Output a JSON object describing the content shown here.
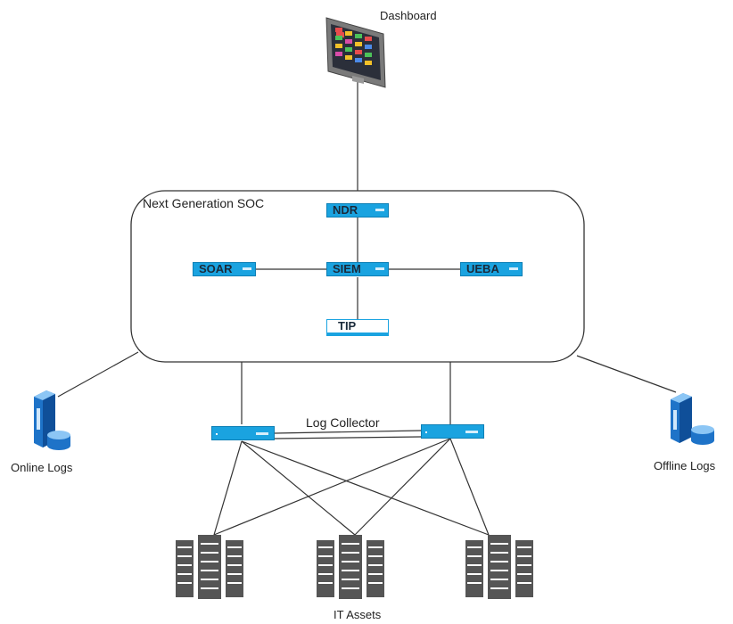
{
  "labels": {
    "dashboard": "Dashboard",
    "soc": "Next Generation SOC",
    "log_collector": "Log Collector",
    "online_logs": "Online Logs",
    "offline_logs": "Offline Logs",
    "it_assets": "IT Assets"
  },
  "soc_nodes": {
    "ndr": "NDR",
    "soar": "SOAR",
    "siem": "SIEM",
    "ueba": "UEBA",
    "tip": "TIP"
  },
  "colors": {
    "node_blue": "#1aa3e0",
    "line": "#333333",
    "server_gray": "#555555"
  },
  "icons": [
    "monitor-icon",
    "server-database-icon",
    "network-switch-icon",
    "server-rack-icon"
  ]
}
